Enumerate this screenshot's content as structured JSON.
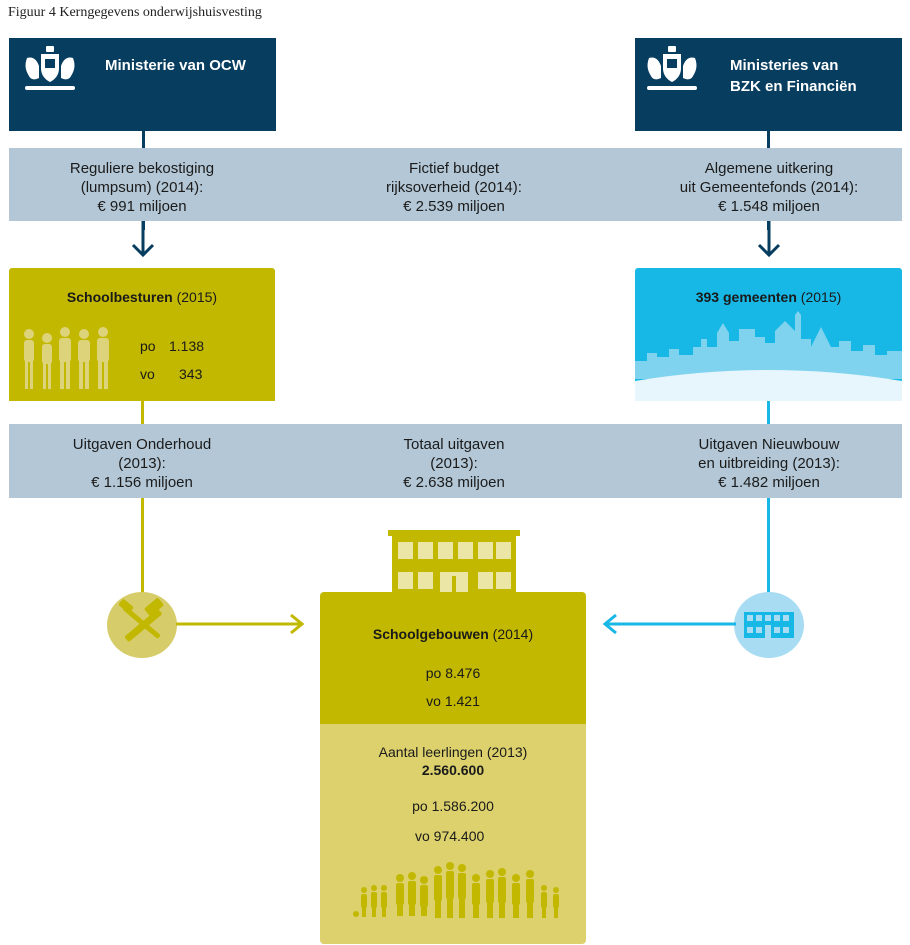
{
  "figure_title": "Figuur 4  Kerngegevens onderwijshuisvesting",
  "colors": {
    "navy": "#073d5f",
    "band": "#b3c7d6",
    "olive": "#c2b800",
    "olive_light": "#dcd16c",
    "olive_circle": "#d6cc6a",
    "blue": "#17b7e6",
    "blue_light": "#a8dcf3"
  },
  "ministry_left": {
    "name": "Ministerie van OCW",
    "icon": "rijksoverheid-crest-icon"
  },
  "ministry_right": {
    "name": "Ministeries van\nBZK en Financiën",
    "icon": "rijksoverheid-crest-icon"
  },
  "band1": {
    "left": "Reguliere bekostiging\n(lumpsum) (2014):\n€ 991 miljoen",
    "center": "Fictief budget\nrijksoverheid (2014):\n€ 2.539 miljoen",
    "right": "Algemene uitkering\nuit Gemeentefonds (2014):\n€ 1.548 miljoen"
  },
  "schoolbesturen": {
    "label": "Schoolbesturen",
    "year": "(2015)",
    "po_label": "po",
    "po_value": "1.138",
    "vo_label": "vo",
    "vo_value": "343",
    "icon": "people-silhouettes-icon"
  },
  "gemeenten": {
    "label": "393 gemeenten",
    "year": "(2015)",
    "icon": "city-skyline-icon"
  },
  "band2": {
    "left": "Uitgaven Onderhoud\n(2013):\n€ 1.156 miljoen",
    "center": "Totaal uitgaven\n(2013):\n€ 2.638 miljoen",
    "right": "Uitgaven Nieuwbouw\nen uitbreiding (2013):\n€ 1.482 miljoen"
  },
  "tools_icon": "hammer-screwdriver-icon",
  "building_icon": "school-building-icon",
  "schoolgebouwen": {
    "label": "Schoolgebouwen",
    "year": "(2014)",
    "po": "po 8.476",
    "vo": "vo 1.421"
  },
  "leerlingen": {
    "label": "Aantal leerlingen (2013)",
    "total": "2.560.600",
    "po": "po 1.586.200",
    "vo": "vo 974.400",
    "icon": "crowd-silhouettes-icon"
  }
}
